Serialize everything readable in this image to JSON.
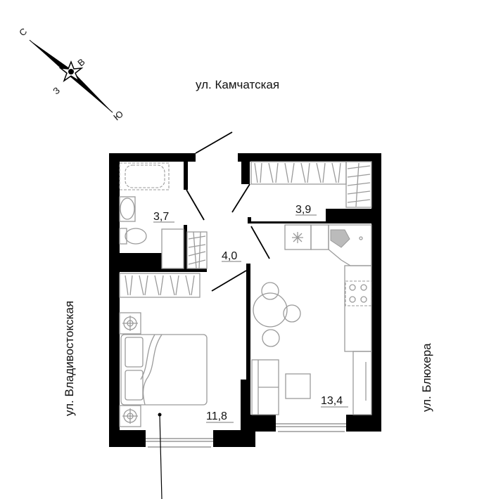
{
  "compass": {
    "north": "С",
    "east": "В",
    "west": "З",
    "south": "Ю"
  },
  "streets": {
    "top": "ул. Камчатская",
    "left": "ул. Владивостокская",
    "right": "ул. Блюхера"
  },
  "rooms": {
    "bathroom_area": "3,7",
    "storage_area": "3,9",
    "hall_area": "4,0",
    "bedroom_area": "11,8",
    "kitchen_area": "13,4"
  },
  "colors": {
    "walls": "#000000",
    "furniture": "#9a9a9a"
  }
}
